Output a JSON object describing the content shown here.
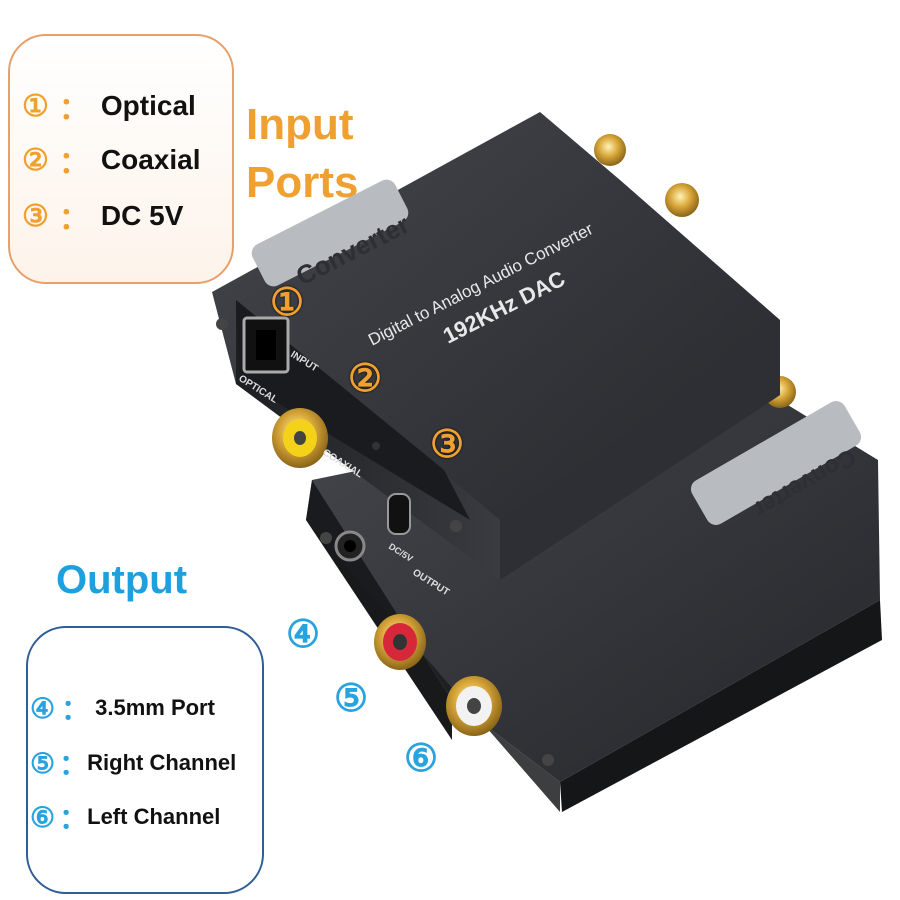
{
  "input_title": [
    "Input",
    "Ports"
  ],
  "input_list": [
    {
      "num": "①",
      "sep": "：",
      "label": "Optical"
    },
    {
      "num": "②",
      "sep": "：",
      "label": "Coaxial"
    },
    {
      "num": "③",
      "sep": "：",
      "label": "DC 5V"
    }
  ],
  "output_title": "Output",
  "output_list": [
    {
      "num": "④",
      "sep": "：",
      "label": "3.5mm Port"
    },
    {
      "num": "⑤",
      "sep": "：",
      "label": "Right Channel"
    },
    {
      "num": "⑥",
      "sep": "：",
      "label": "Left Channel"
    }
  ],
  "device": {
    "brand": "Converter",
    "subtitle": "Digital to Analog Audio Converter",
    "model": "192KHz  DAC",
    "input_label": "INPUT",
    "optical_label": "OPTICAL",
    "coaxial_label": "COAXIAL",
    "power_label": "DC/5V",
    "output_label": "OUTPUT"
  },
  "markers": [
    "①",
    "②",
    "③",
    "④",
    "⑤",
    "⑥"
  ],
  "colors": {
    "input_accent": "#f0a030",
    "output_accent": "#29a3dd",
    "device_body": "#2c2d31"
  }
}
